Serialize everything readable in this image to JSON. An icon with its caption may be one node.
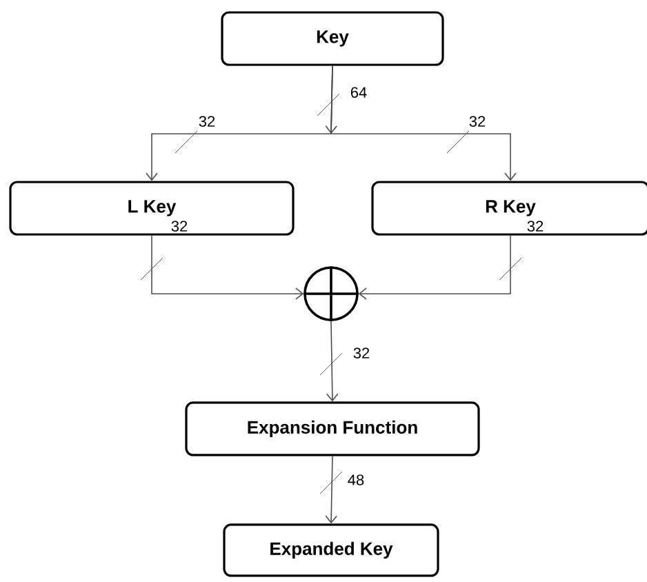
{
  "diagram": {
    "nodes": [
      {
        "text": [
          "Key"
        ]
      },
      {
        "text": [
          "L Key"
        ]
      },
      {
        "text": [
          "R Key"
        ]
      },
      {
        "text": [],
        "shape": "circle"
      },
      {
        "text": [
          "Expansion Function"
        ]
      },
      {
        "text": [
          "Expanded Key"
        ]
      }
    ],
    "edges": [
      {
        "from": 0,
        "to": 1,
        "arrow": "to",
        "label": "32"
      },
      {
        "from": 0,
        "to": 2,
        "arrow": "to",
        "label": "32"
      },
      {
        "from": 1,
        "to": 3,
        "arrow": "to",
        "label": "32"
      },
      {
        "from": 2,
        "to": 3,
        "arrow": "to",
        "label": "32"
      },
      {
        "from": 3,
        "to": 4,
        "arrow": "to",
        "label": "32"
      },
      {
        "from": 4,
        "to": 5,
        "arrow": "to",
        "label": "48"
      }
    ],
    "labels": [
      "64"
    ]
  }
}
